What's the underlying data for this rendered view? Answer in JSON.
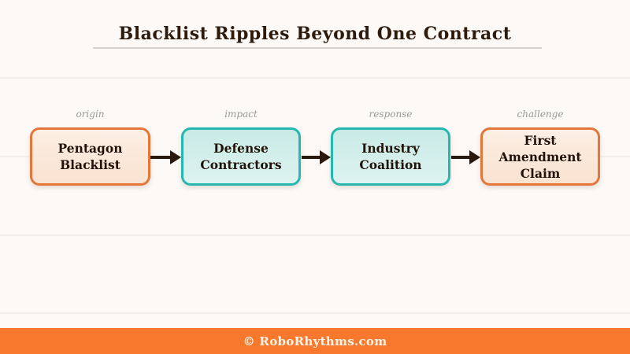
{
  "header": {
    "title": "Blacklist Ripples Beyond One Contract"
  },
  "flow": {
    "stages": [
      {
        "label": "origin",
        "title_line1": "Pentagon",
        "title_line2": "Blacklist",
        "theme": "orange"
      },
      {
        "label": "impact",
        "title_line1": "Defense",
        "title_line2": "Contractors",
        "theme": "teal"
      },
      {
        "label": "response",
        "title_line1": "Industry",
        "title_line2": "Coalition",
        "theme": "teal"
      },
      {
        "label": "challenge",
        "title_line1": "First Amendment",
        "title_line2": "Claim",
        "theme": "orange"
      }
    ],
    "arrow_icon": "right-arrow-icon"
  },
  "footer": {
    "text": "© RoboRhythms.com"
  },
  "colors": {
    "bg": "#FCF9F7",
    "gridline": "#F2EDE9",
    "title": "#2D1B0E",
    "underline": "#D6D2CE",
    "label": "#9C9894",
    "boxtext": "#22130A",
    "orange-border": "#E4763A",
    "teal-border": "#27B7AF",
    "arrow": "#2A190E",
    "footer-bg": "#F8782D",
    "footer-text": "#FDF4E7"
  }
}
